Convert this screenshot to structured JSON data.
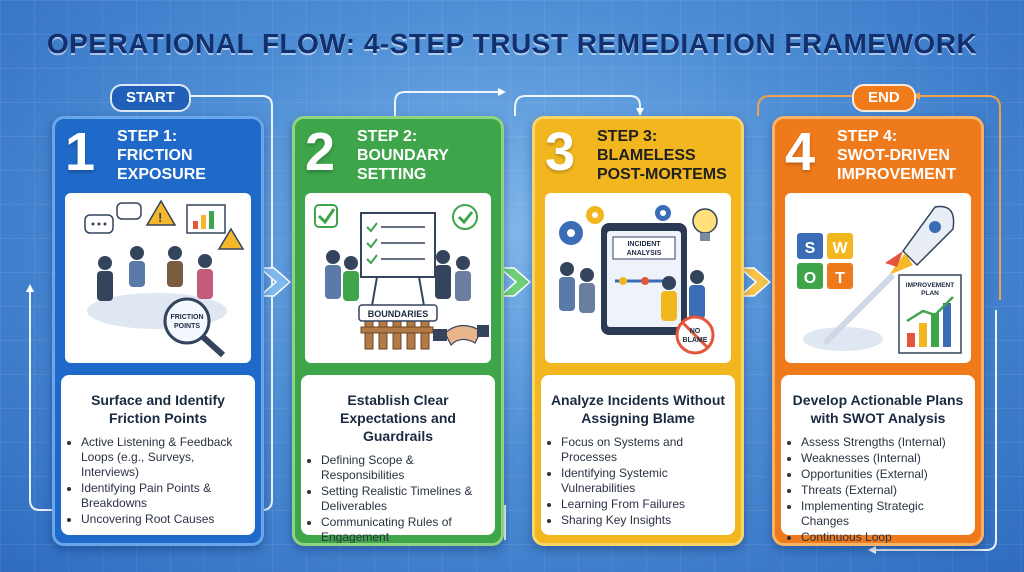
{
  "title": "OPERATIONAL FLOW: 4-STEP TRUST REMEDIATION FRAMEWORK",
  "start_label": "START",
  "end_label": "END",
  "steps": [
    {
      "number": "1",
      "label_line1": "STEP 1:",
      "label_line2": "FRICTION",
      "label_line3": "EXPOSURE",
      "illustration_label": "FRICTION POINTS",
      "subtitle": "Surface and Identify Friction Points",
      "bullets": [
        "Active Listening & Feedback Loops (e.g., Surveys, Interviews)",
        "Identifying Pain Points & Breakdowns",
        "Uncovering Root Causes"
      ]
    },
    {
      "number": "2",
      "label_line1": "STEP 2:",
      "label_line2": "BOUNDARY",
      "label_line3": "SETTING",
      "illustration_label": "BOUNDARIES",
      "subtitle": "Establish Clear Expectations and Guardrails",
      "bullets": [
        "Defining Scope & Responsibilities",
        "Setting Realistic Timelines & Deliverables",
        "Communicating Rules of Engagement"
      ]
    },
    {
      "number": "3",
      "label_line1": "STEP 3:",
      "label_line2": "BLAMELESS",
      "label_line3": "POST-MORTEMS",
      "illustration_label": "INCIDENT ANALYSIS",
      "illustration_label2": "NO BLAME",
      "subtitle": "Analyze Incidents Without Assigning Blame",
      "bullets": [
        "Focus on Systems and Processes",
        "Identifying Systemic Vulnerabilities",
        "Learning From Failures",
        "Sharing Key Insights"
      ]
    },
    {
      "number": "4",
      "label_line1": "STEP 4:",
      "label_line2": "SWOT-DRIVEN",
      "label_line3": "IMPROVEMENT",
      "illustration_label": "IMPROVEMENT PLAN",
      "swot_letters": [
        "S",
        "W",
        "O",
        "T"
      ],
      "subtitle": "Develop Actionable Plans with SWOT Analysis",
      "bullets": [
        "Assess Strengths (Internal)",
        "Weaknesses (Internal)",
        "Opportunities (External)",
        "Threats (External)",
        "Implementing Strategic Changes",
        "Continuous Loop"
      ]
    }
  ],
  "colors": {
    "step1": "#1f69c8",
    "step2": "#3ea54a",
    "step3": "#f2b61f",
    "step4": "#ef7a1c",
    "title": "#12306e"
  }
}
